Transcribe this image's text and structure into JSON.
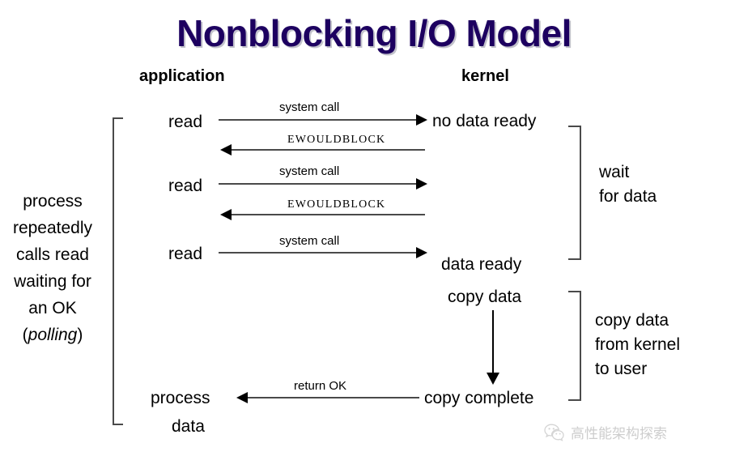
{
  "title": "Nonblocking I/O Model",
  "headers": {
    "left": "application",
    "right": "kernel"
  },
  "left_note": {
    "lines": [
      "process",
      "repeatedly",
      "calls read",
      "waiting for",
      "an OK"
    ],
    "last_line_prefix": "(",
    "last_line_italic": "polling",
    "last_line_suffix": ")"
  },
  "calls": [
    {
      "actor": "read",
      "arrow_label": "system call",
      "direction": "right",
      "kernel_state": "no data ready"
    },
    {
      "actor": "",
      "arrow_label": "EWOULDBLOCK",
      "direction": "left",
      "kernel_state": ""
    },
    {
      "actor": "read",
      "arrow_label": "system call",
      "direction": "right",
      "kernel_state": ""
    },
    {
      "actor": "",
      "arrow_label": "EWOULDBLOCK",
      "direction": "left",
      "kernel_state": ""
    },
    {
      "actor": "read",
      "arrow_label": "system call",
      "direction": "right",
      "kernel_state": "data ready"
    }
  ],
  "kernel_states": {
    "no_data_ready": "no data ready",
    "data_ready": "data ready",
    "copy_data": "copy data",
    "copy_complete": "copy complete"
  },
  "arrows": {
    "system_call": "system call",
    "ewouldblock": "EWOULDBLOCK",
    "return_ok": "return OK"
  },
  "app_states": {
    "read": "read",
    "process": "process",
    "data": "data"
  },
  "brackets": {
    "wait_line1": "wait",
    "wait_line2": "for data",
    "copy_line1": "copy data",
    "copy_line2": "from kernel",
    "copy_line3": "to user"
  },
  "watermark": {
    "icon": "wechat-icon",
    "text": "高性能架构探索"
  },
  "colors": {
    "title": "#1d0060",
    "title_shadow": "#78788c",
    "arrow": "#4a4a4a",
    "text": "#000000",
    "watermark": "#8a8a8a"
  }
}
